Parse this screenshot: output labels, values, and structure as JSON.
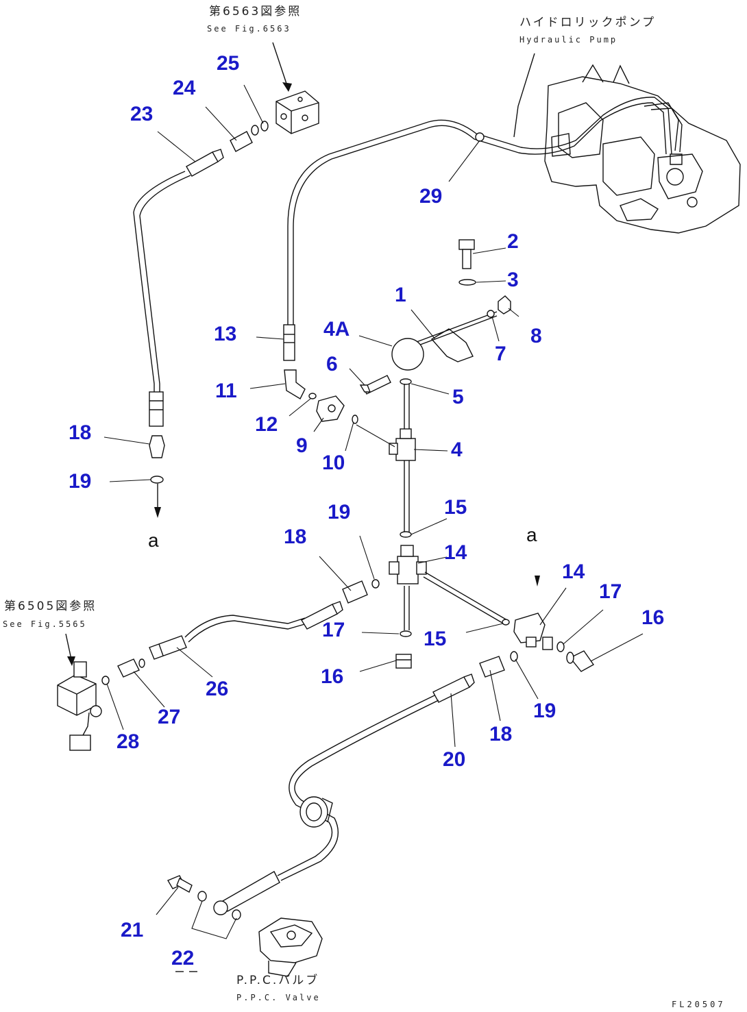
{
  "annotations": {
    "ref_top_jp": "第6563図参照",
    "ref_top_en": "See Fig.6563",
    "pump_jp": "ハイドロリックポンプ",
    "pump_en": "Hydraulic Pump",
    "ref_left_jp": "第6505図参照",
    "ref_left_en": "See Fig.5565",
    "ppc_jp": "P.P.C.バルブ",
    "ppc_en": "P.P.C. Valve",
    "figure_code": "FL20507"
  },
  "arrow_labels": {
    "left": "a",
    "right": "a"
  },
  "callouts": [
    "25",
    "24",
    "23",
    "29",
    "2",
    "3",
    "1",
    "8",
    "7",
    "4A",
    "13",
    "6",
    "5",
    "11",
    "12",
    "9",
    "10",
    "4",
    "18",
    "19",
    "15",
    "19",
    "18",
    "14",
    "14",
    "17",
    "17",
    "15",
    "16",
    "16",
    "26",
    "27",
    "28",
    "19",
    "18",
    "20",
    "21",
    "22"
  ]
}
